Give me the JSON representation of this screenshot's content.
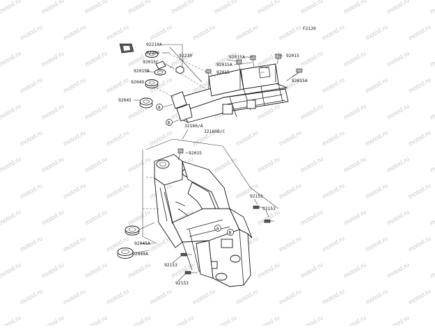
{
  "diagram_code": "F2120",
  "watermark_text": "motod.ru",
  "labels": {
    "p92210A": "92210A",
    "p92200": "92200",
    "p92210": "92210",
    "p92015C": "92015C",
    "p92015B": "92015B",
    "p92049": "92049",
    "p92045": "92045",
    "p92015A_1": "92015A",
    "p92015_1": "92015",
    "p92015A_2": "92015A",
    "p92015_2": "92015",
    "p92015A_3": "92015A",
    "p32160A": "32160/A",
    "p32160BC": "32160B/C",
    "p92015_3": "92015",
    "p92153_1": "92153",
    "p92153_2": "92153",
    "p92045A": "92045A",
    "p92049A": "92049A",
    "p92153_3": "92153",
    "p92153_4": "92153"
  },
  "callouts": {
    "A1": "A",
    "B1": "B",
    "A2": "A",
    "B2": "B"
  }
}
